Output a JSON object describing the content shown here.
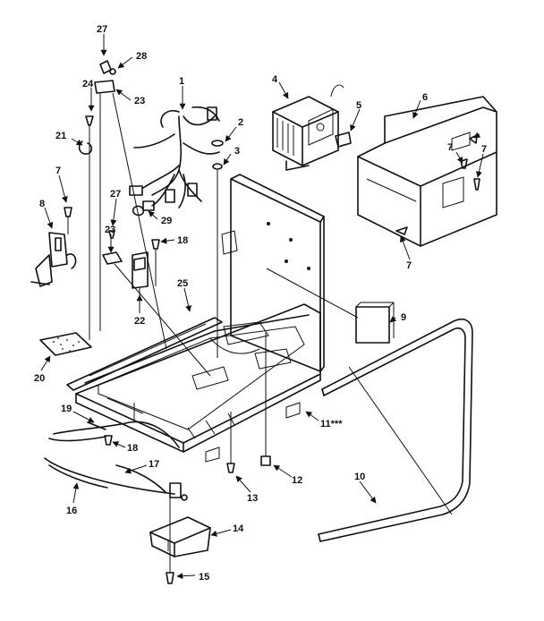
{
  "diagram": {
    "callouts": {
      "c1": "1",
      "c2": "2",
      "c3": "3",
      "c4": "4",
      "c5": "5",
      "c6": "6",
      "c7a": "7",
      "c7b": "7",
      "c7c": "7",
      "c7d": "7",
      "c8": "8",
      "c9": "9",
      "c10": "10",
      "c11": "11***",
      "c12": "12",
      "c13": "13",
      "c14": "14",
      "c15": "15",
      "c16": "16",
      "c17": "17",
      "c18a": "18",
      "c18b": "18",
      "c19": "19",
      "c20": "20",
      "c21": "21",
      "c22": "22",
      "c23a": "23",
      "c23b": "23",
      "c24": "24",
      "c25": "25",
      "c27a": "27",
      "c27b": "27",
      "c28": "28",
      "c29": "29"
    }
  }
}
